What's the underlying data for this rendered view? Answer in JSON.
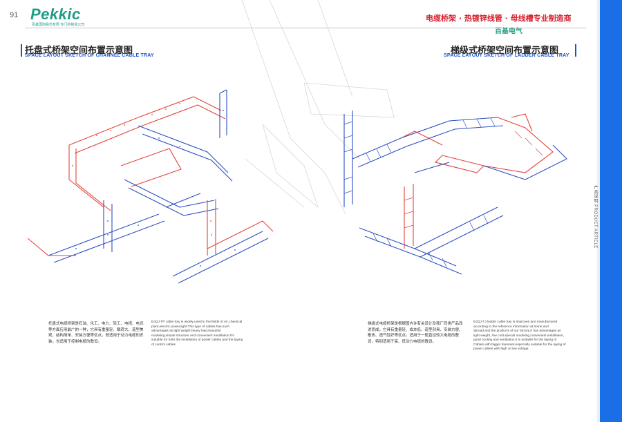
{
  "header": {
    "page_number": "91",
    "logo_text": "Pekkic",
    "logo_tagline": "百基国际股份有限 专门的制造公司",
    "headline": "电缆桥架 · 热镀锌线管 · 母线槽专业制造商",
    "brand": "百基电气"
  },
  "side_label": "产品说明 PRODUCT ARTICLE",
  "left_section": {
    "title_cn": "托盘式桥架空间布置示意图",
    "title_en": "SPACE LAYOUT SKETCH OF CHANNEL CABLE TRAY",
    "desc_cn": "托盘式电缆桥架是石油、化工、电力、轻工、电视、电讯等方面应用最广的一种，它具有重量轻、载荷大、造型美观、结构简单、安装方便等优点，既适用于动力电缆的安装，也适用于控制电缆的敷设。",
    "desc_en": "BJQJ-TP cable tray is widely used in the fields of oil ,chemical plant,electric power,light.This type of cables has such advantages as light weight,heavy load,beautiful modeling,simple structure and convenient installation.It's suitable for both the installation of power cables and the laying of control cables."
  },
  "right_section": {
    "title_cn": "梯级式桥架空间布置示意图",
    "title_en": "SPACE LAYOUT SKETCH OF LADDER CABLE TRAY",
    "desc_cn": "梯级式电缆桥架是根据国内许有关设计及我厂同类产品改进而成，它具有重量轻、成本低、造型别具、安装方便、散热、透气性好等优点。适用于一般直径较大电缆的敷设，特别适用于高、低动力电缆的敷设。",
    "desc_en": "BJQJ-TJ ladder cable tray is improved and manufactured according to the reference information at home and abroad,and the products of our factory.It has advantages as light weight, low cost,special modeling,convenient installation, good cooling and ventilation.It is suitable for the laying of Cables with bigger diameter,especially suitable for the laying of power cables with high or low voltage."
  },
  "colors": {
    "accent_blue": "#1a6fe6",
    "title_blue": "#1a52c8",
    "headline_red": "#d61f2c",
    "logo_green": "#1f9c86",
    "tray_red": "#e2433a",
    "tray_blue": "#2b4fc4"
  }
}
